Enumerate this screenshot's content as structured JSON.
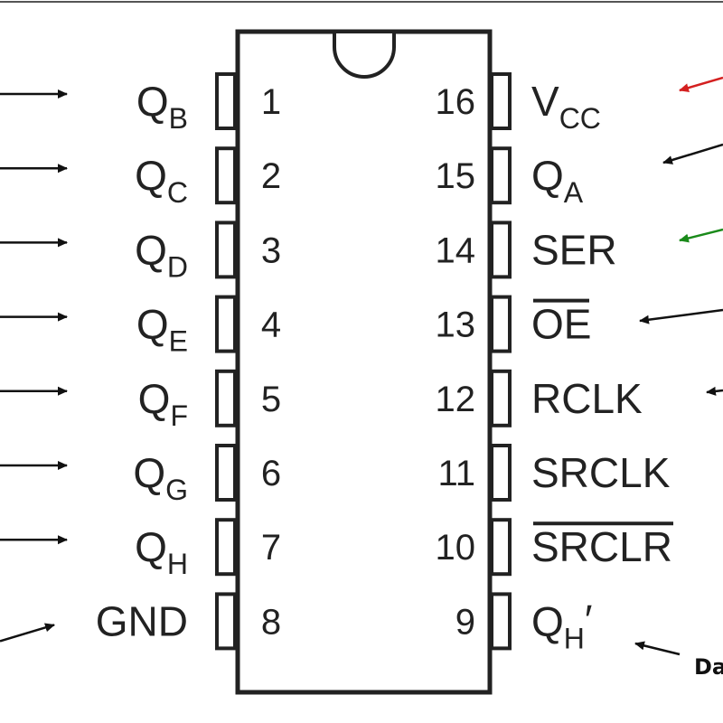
{
  "chip": {
    "left_pins": [
      {
        "number": "1",
        "name": "Q",
        "sub": "B",
        "overline": false
      },
      {
        "number": "2",
        "name": "Q",
        "sub": "C",
        "overline": false
      },
      {
        "number": "3",
        "name": "Q",
        "sub": "D",
        "overline": false
      },
      {
        "number": "4",
        "name": "Q",
        "sub": "E",
        "overline": false
      },
      {
        "number": "5",
        "name": "Q",
        "sub": "F",
        "overline": false
      },
      {
        "number": "6",
        "name": "Q",
        "sub": "G",
        "overline": false
      },
      {
        "number": "7",
        "name": "Q",
        "sub": "H",
        "overline": false
      },
      {
        "number": "8",
        "name": "GND",
        "sub": "",
        "overline": false
      }
    ],
    "right_pins": [
      {
        "number": "16",
        "name": "V",
        "sub": "CC",
        "overline": false,
        "arrow_color": "#d42020"
      },
      {
        "number": "15",
        "name": "Q",
        "sub": "A",
        "overline": false,
        "arrow_color": "#111111"
      },
      {
        "number": "14",
        "name": "SER",
        "sub": "",
        "overline": false,
        "arrow_color": "#1a8a1a"
      },
      {
        "number": "13",
        "name": "OE",
        "sub": "",
        "overline": true,
        "arrow_color": "#111111"
      },
      {
        "number": "12",
        "name": "RCLK",
        "sub": "",
        "overline": false,
        "arrow_color": "#111111"
      },
      {
        "number": "11",
        "name": "SRCLK",
        "sub": "",
        "overline": false,
        "arrow_color": "#111111"
      },
      {
        "number": "10",
        "name": "SRCLR",
        "sub": "",
        "overline": true,
        "arrow_color": "#111111"
      },
      {
        "number": "9",
        "name": "Q",
        "sub": "H",
        "prime": "′",
        "overline": false,
        "arrow_color": "#111111"
      }
    ]
  },
  "cut_off_label": "Da",
  "colors": {
    "line": "#222222",
    "background": "#ffffff"
  }
}
